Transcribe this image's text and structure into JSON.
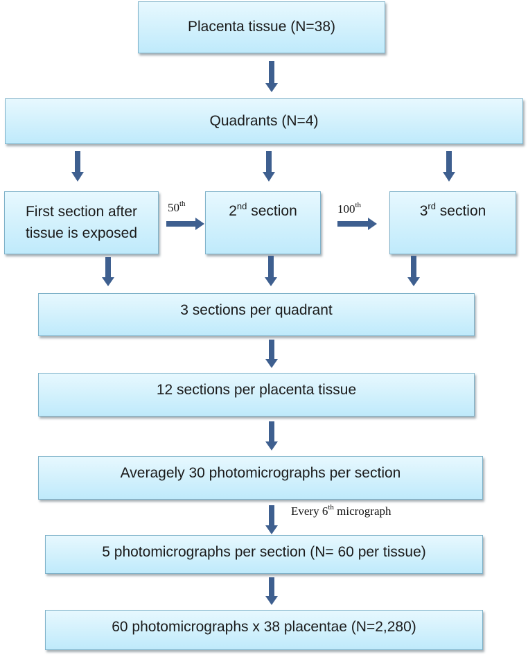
{
  "nodes": {
    "placenta_tissue": "Placenta tissue (N=38)",
    "quadrants": "Quadrants (N=4)",
    "first_section_line1": "First section after",
    "first_section_line2": "tissue is exposed",
    "second_section_num": "2",
    "second_section_sup": "nd",
    "second_section_text": " section",
    "third_section_num": "3",
    "third_section_sup": "rd",
    "third_section_text": " section",
    "sections_per_quadrant": "3 sections per quadrant",
    "sections_per_tissue": "12 sections per placenta tissue",
    "avg_photomicrographs": "Averagely 30 photomicrographs per section",
    "five_photomicrographs": "5 photomicrographs per section (N= 60 per tissue)",
    "total_photomicrographs": "60 photomicrographs x 38 placentae (N=2,280)"
  },
  "edge_labels": {
    "fiftieth_num": "50",
    "fiftieth_sup": "th",
    "hundredth_num": "100",
    "hundredth_sup": "th",
    "every_prefix": "Every 6",
    "every_sup": "th",
    "every_suffix": " micrograph"
  },
  "colors": {
    "arrow": "#3e5f8f",
    "box_border": "#7fb2c9",
    "box_fill_top": "#e7f8fe",
    "box_fill_bottom": "#bfeafb"
  }
}
